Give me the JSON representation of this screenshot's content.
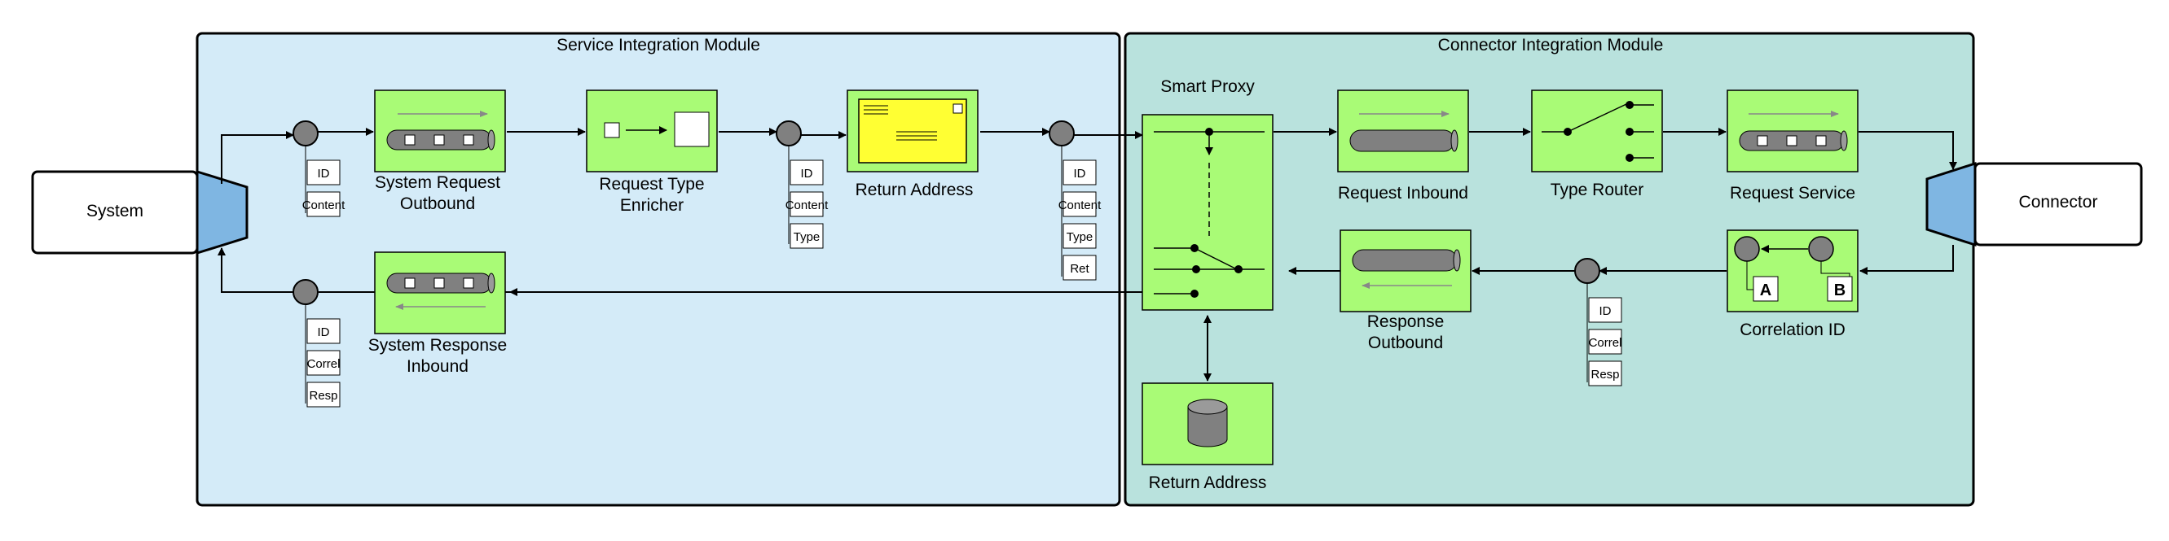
{
  "modules": {
    "service": "Service Integration Module",
    "connector": "Connector Integration Module"
  },
  "endpoints": {
    "system": "System",
    "connector": "Connector"
  },
  "components": {
    "system_request_outbound": [
      "System Request",
      "Outbound"
    ],
    "request_type_enricher": [
      "Request Type",
      "Enricher"
    ],
    "return_address_top": "Return Address",
    "system_response_inbound": [
      "System Response",
      "Inbound"
    ],
    "smart_proxy": "Smart Proxy",
    "request_inbound": "Request Inbound",
    "type_router": "Type Router",
    "request_service": "Request Service",
    "response_outbound": [
      "Response",
      "Outbound"
    ],
    "correlation_id": "Correlation ID",
    "return_address_store": "Return Address"
  },
  "correlation_labels": {
    "a": "A",
    "b": "B"
  },
  "message_fields": {
    "after_system": [
      "ID",
      "Content"
    ],
    "after_enricher": [
      "ID",
      "Content",
      "Type"
    ],
    "after_return_address": [
      "ID",
      "Content",
      "Type",
      "Ret"
    ],
    "before_system_inbound": [
      "ID",
      "Correl",
      "Resp"
    ],
    "after_correlation": [
      "ID",
      "Correl",
      "Resp"
    ]
  },
  "colors": {
    "module_service_bg": "#d4ebf8",
    "module_connector_bg": "#b9e2dd",
    "component_green": "#a9fb76",
    "envelope_yellow": "#ffff33",
    "endpoint_blue": "#7fb6e2",
    "channel_gray": "#888888"
  }
}
